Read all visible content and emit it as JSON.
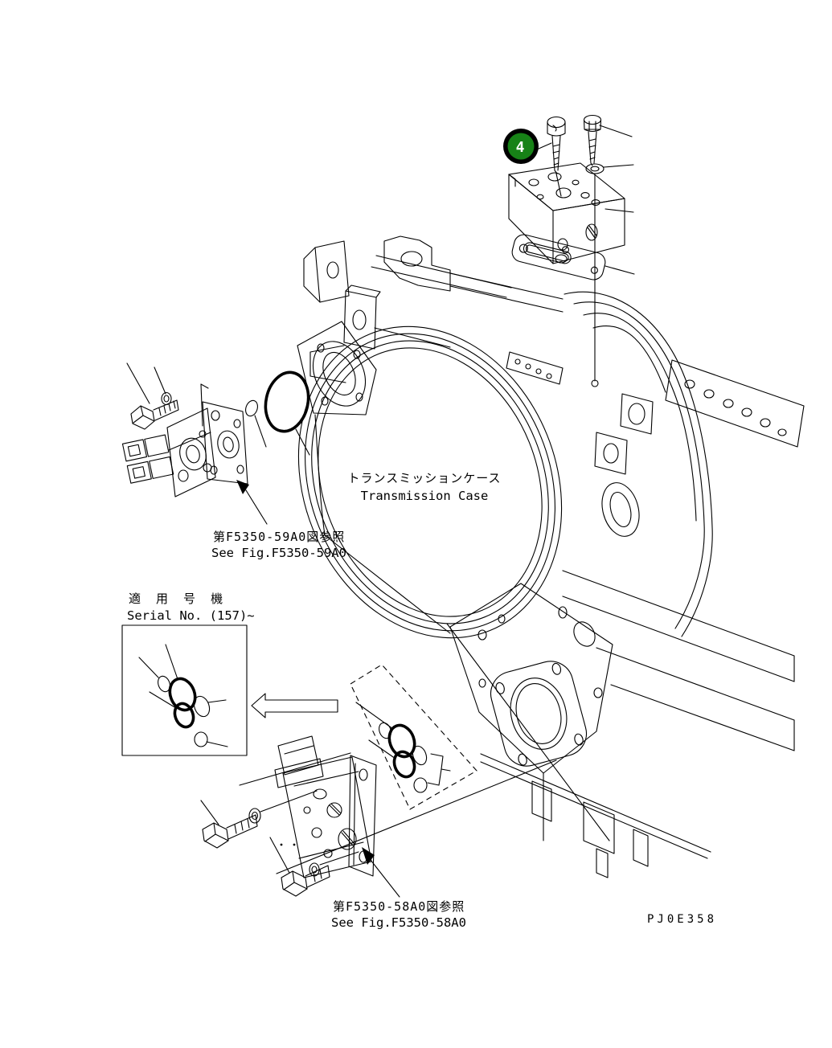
{
  "badge": {
    "number": "4",
    "fill": "#178217",
    "ring": "#000000",
    "text_color": "#ffffff"
  },
  "labels": {
    "transmission_case_jp": "トランスミッションケース",
    "transmission_case_en": "Transmission Case",
    "ref_59a0_jp": "第F5350-59A0図参照",
    "ref_59a0_en": "See Fig.F5350-59A0",
    "serial_jp": "適 用 号 機",
    "serial_en": "Serial No. (157)~",
    "ref_58a0_jp": "第F5350-58A0図参照",
    "ref_58a0_en": "See Fig.F5350-58A0",
    "drawing_code": "PJ0E358"
  },
  "colors": {
    "line": "#000000",
    "background": "#ffffff"
  }
}
